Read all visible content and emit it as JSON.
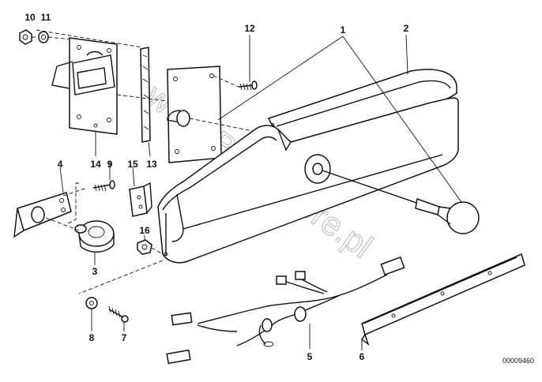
{
  "diagram": {
    "callouts": [
      "1",
      "2",
      "3",
      "4",
      "5",
      "6",
      "7",
      "8",
      "9",
      "10",
      "11",
      "12",
      "13",
      "14",
      "15",
      "16"
    ],
    "reference_number": "00009460",
    "watermark": "www.BMWstore.pl"
  }
}
